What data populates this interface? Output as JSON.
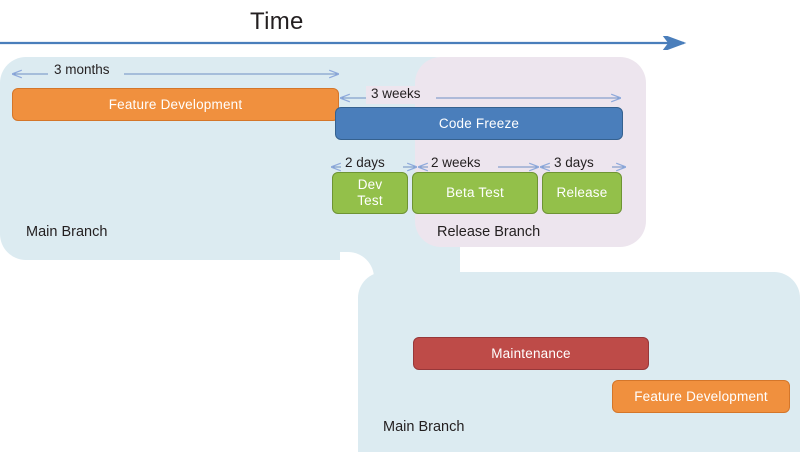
{
  "diagram": {
    "title": "Time",
    "type": "branching-release-timeline",
    "axis": {
      "label": "Time",
      "direction": "left-to-right",
      "color": "#4A7EBB"
    },
    "colors": {
      "main_branch_panel": "#DCEBF1",
      "release_branch_panel": "#EDE5EE",
      "feature_development": "#F0903E",
      "code_freeze": "#4A7EBB",
      "test_release": "#93C04A",
      "maintenance": "#BE4B48",
      "axis": "#4A7EBB",
      "text_dark": "#231F20",
      "text_light": "#FFFFFF"
    },
    "branches": [
      {
        "id": "main-top",
        "caption": "Main Branch"
      },
      {
        "id": "release",
        "caption": "Release Branch"
      },
      {
        "id": "main-bottom",
        "caption": "Main Branch"
      }
    ],
    "durations": [
      {
        "id": "three-months",
        "label": "3 months",
        "applies_to": "Feature Development"
      },
      {
        "id": "three-weeks",
        "label": "3 weeks",
        "applies_to": "Code Freeze"
      },
      {
        "id": "two-days",
        "label": "2 days",
        "applies_to": "Dev Test"
      },
      {
        "id": "two-weeks",
        "label": "2 weeks",
        "applies_to": "Beta Test"
      },
      {
        "id": "three-days",
        "label": "3 days",
        "applies_to": "Release"
      }
    ],
    "tasks": [
      {
        "id": "feature-development-1",
        "label": "Feature Development",
        "branch": "main-top",
        "color": "#F0903E"
      },
      {
        "id": "code-freeze",
        "label": "Code Freeze",
        "branch": "release",
        "color": "#4A7EBB"
      },
      {
        "id": "dev-test",
        "label": "Dev\nTest",
        "line1": "Dev",
        "line2": "Test",
        "branch": "release",
        "color": "#93C04A"
      },
      {
        "id": "beta-test",
        "label": "Beta Test",
        "branch": "release",
        "color": "#93C04A"
      },
      {
        "id": "release",
        "label": "Release",
        "branch": "release",
        "color": "#93C04A"
      },
      {
        "id": "maintenance",
        "label": "Maintenance",
        "branch": "main-bottom",
        "color": "#BE4B48"
      },
      {
        "id": "feature-development-2",
        "label": "Feature Development",
        "branch": "main-bottom",
        "color": "#F0903E"
      }
    ]
  }
}
